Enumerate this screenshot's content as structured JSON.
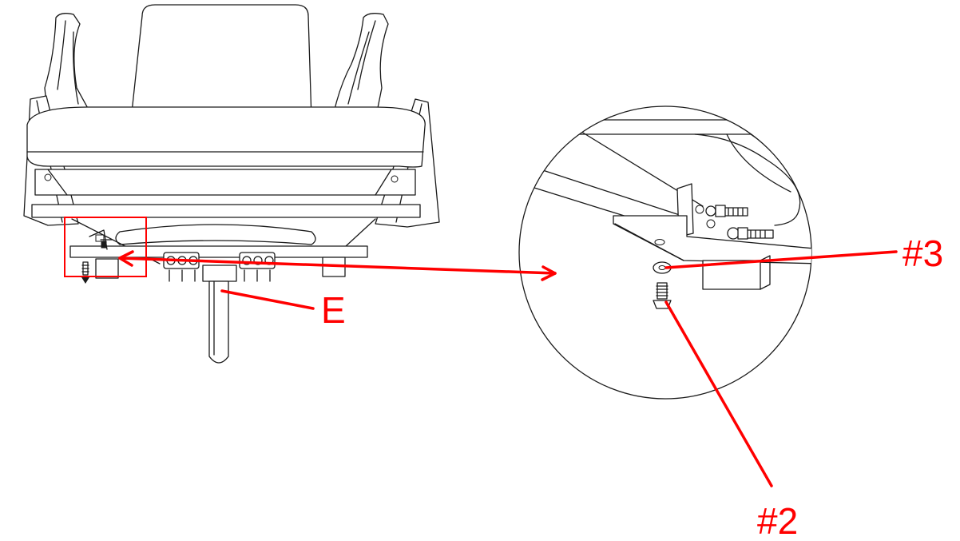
{
  "labels": {
    "e": "E",
    "part3": "#3",
    "part2": "#2"
  },
  "colors": {
    "callout": "#ff0000",
    "linework": "#1a1a1a",
    "background": "#ffffff"
  }
}
